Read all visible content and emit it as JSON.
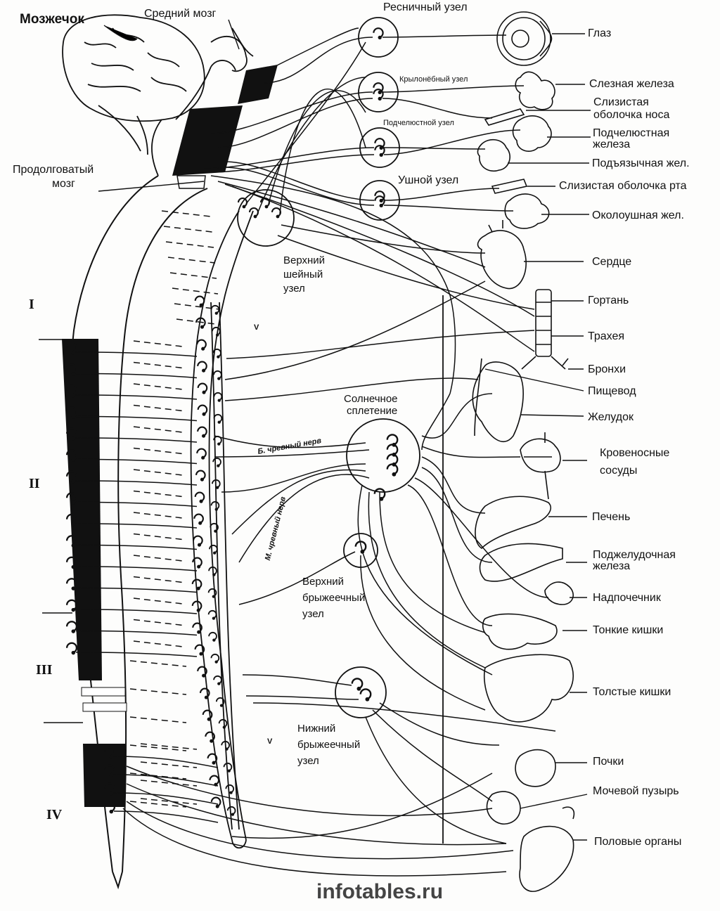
{
  "labels": {
    "cerebellum": "Мозжечок",
    "midbrain": "Средний мозг",
    "medulla_1": "Продолговатый",
    "medulla_2": "мозг",
    "ciliary": "Ресничный узел",
    "pterygo": "Крылонёбный узел",
    "submand_node": "Подчелюстной узел",
    "otic": "Ушной узел",
    "sup_cerv_1": "Верхний",
    "sup_cerv_2": "шейный",
    "sup_cerv_3": "узел",
    "solar_1": "Солнечное",
    "solar_2": "сплетение",
    "greater_splanchnic": "Б. чревный нерв",
    "lesser_splanchnic": "М. чревный нерв",
    "sup_mes_1": "Верхний",
    "sup_mes_2": "брыжеечный",
    "sup_mes_3": "узел",
    "inf_mes_1": "Нижний",
    "inf_mes_2": "брыжеечный",
    "inf_mes_3": "узел",
    "v_upper": "V",
    "v_lower": "V"
  },
  "segments": [
    "I",
    "II",
    "III",
    "IV"
  ],
  "organs": {
    "eye": "Глаз",
    "lacrimal": "Слезная железа",
    "nasal_1": "Слизистая",
    "nasal_2": "оболочка носа",
    "submand_1": "Подчелюстная",
    "submand_2": "железа",
    "sublingual": "Подъязычная жел.",
    "oral": "Слизистая оболочка рта",
    "parotid": "Околоушная жел.",
    "heart": "Сердце",
    "larynx": "Гортань",
    "trachea": "Трахея",
    "bronchi": "Бронхи",
    "esophagus": "Пищевод",
    "stomach": "Желудок",
    "vessels_1": "Кровеносные",
    "vessels_2": "сосуды",
    "liver": "Печень",
    "pancreas_1": "Поджелудочная",
    "pancreas_2": "железа",
    "adrenal": "Надпочечник",
    "small_int": "Тонкие кишки",
    "large_int": "Толстые кишки",
    "kidneys": "Почки",
    "bladder": "Мочевой пузырь",
    "genitals": "Половые органы"
  },
  "watermark": "infotables.ru"
}
